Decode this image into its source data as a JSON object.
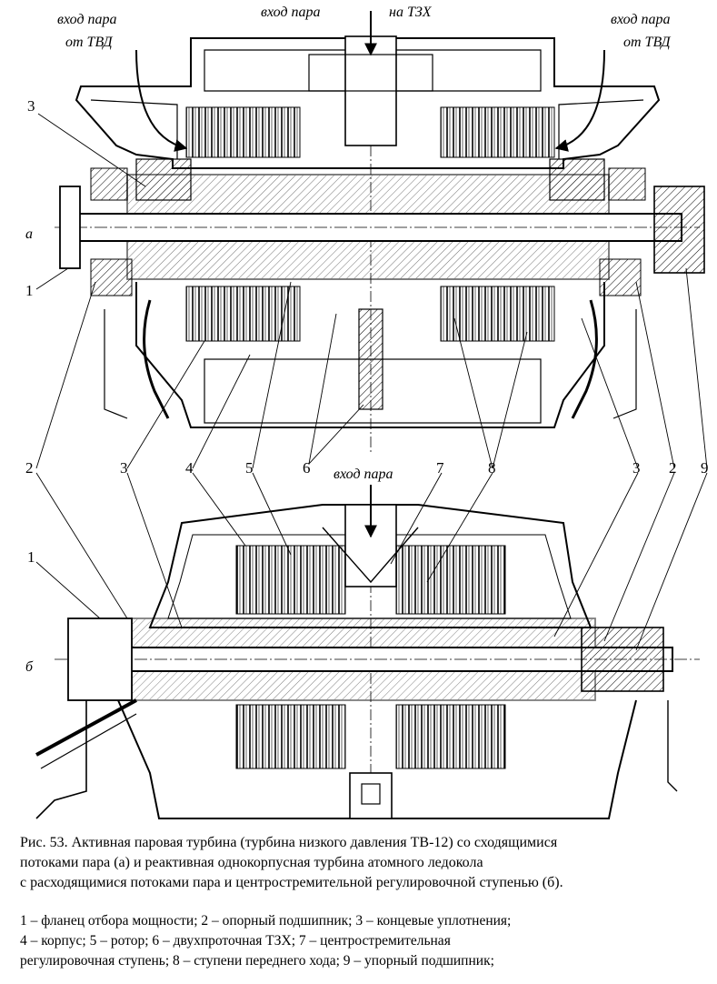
{
  "figure": {
    "top_labels": {
      "steam_inlet_left_l1": "вход пара",
      "steam_inlet_left_l2": "от ТВД",
      "steam_inlet_center": "вход пара",
      "steam_inlet_center_dest": "на ТЗХ",
      "steam_inlet_right_l1": "вход пара",
      "steam_inlet_right_l2": "от ТВД"
    },
    "bottom_labels": {
      "steam_inlet": "вход пара"
    },
    "view_letters": {
      "top": "а",
      "bottom": "б"
    },
    "callouts": {
      "c1_top": "1",
      "c3_top": "3",
      "c2_left": "2",
      "c3_mid_left": "3",
      "c4": "4",
      "c5": "5",
      "c6": "6",
      "c7": "7",
      "c8": "8",
      "c3_mid_right": "3",
      "c2_right": "2",
      "c9": "9",
      "c1_bottom": "1"
    }
  },
  "caption": {
    "line1": "Рис. 53. Активная паровая турбина (турбина низкого давления ТВ-12) со сходящимися",
    "line2": "потоками пара (а) и реактивная однокорпусная турбина атомного ледокола",
    "line3": "с расходящимися потоками пара и центростремительной регулировочной ступенью (б)."
  },
  "legend": {
    "line1": "1 – фланец отбора мощности;   2 – опорный подшипник;   3 – концевые уплотнения;",
    "line2": "4 – корпус;   5 – ротор;   6 – двухпроточная ТЗХ;   7 – центростремительная",
    "line3": "регулировочная ступень;   8 – ступени переднего хода;   9 – упорный подшипник;"
  }
}
